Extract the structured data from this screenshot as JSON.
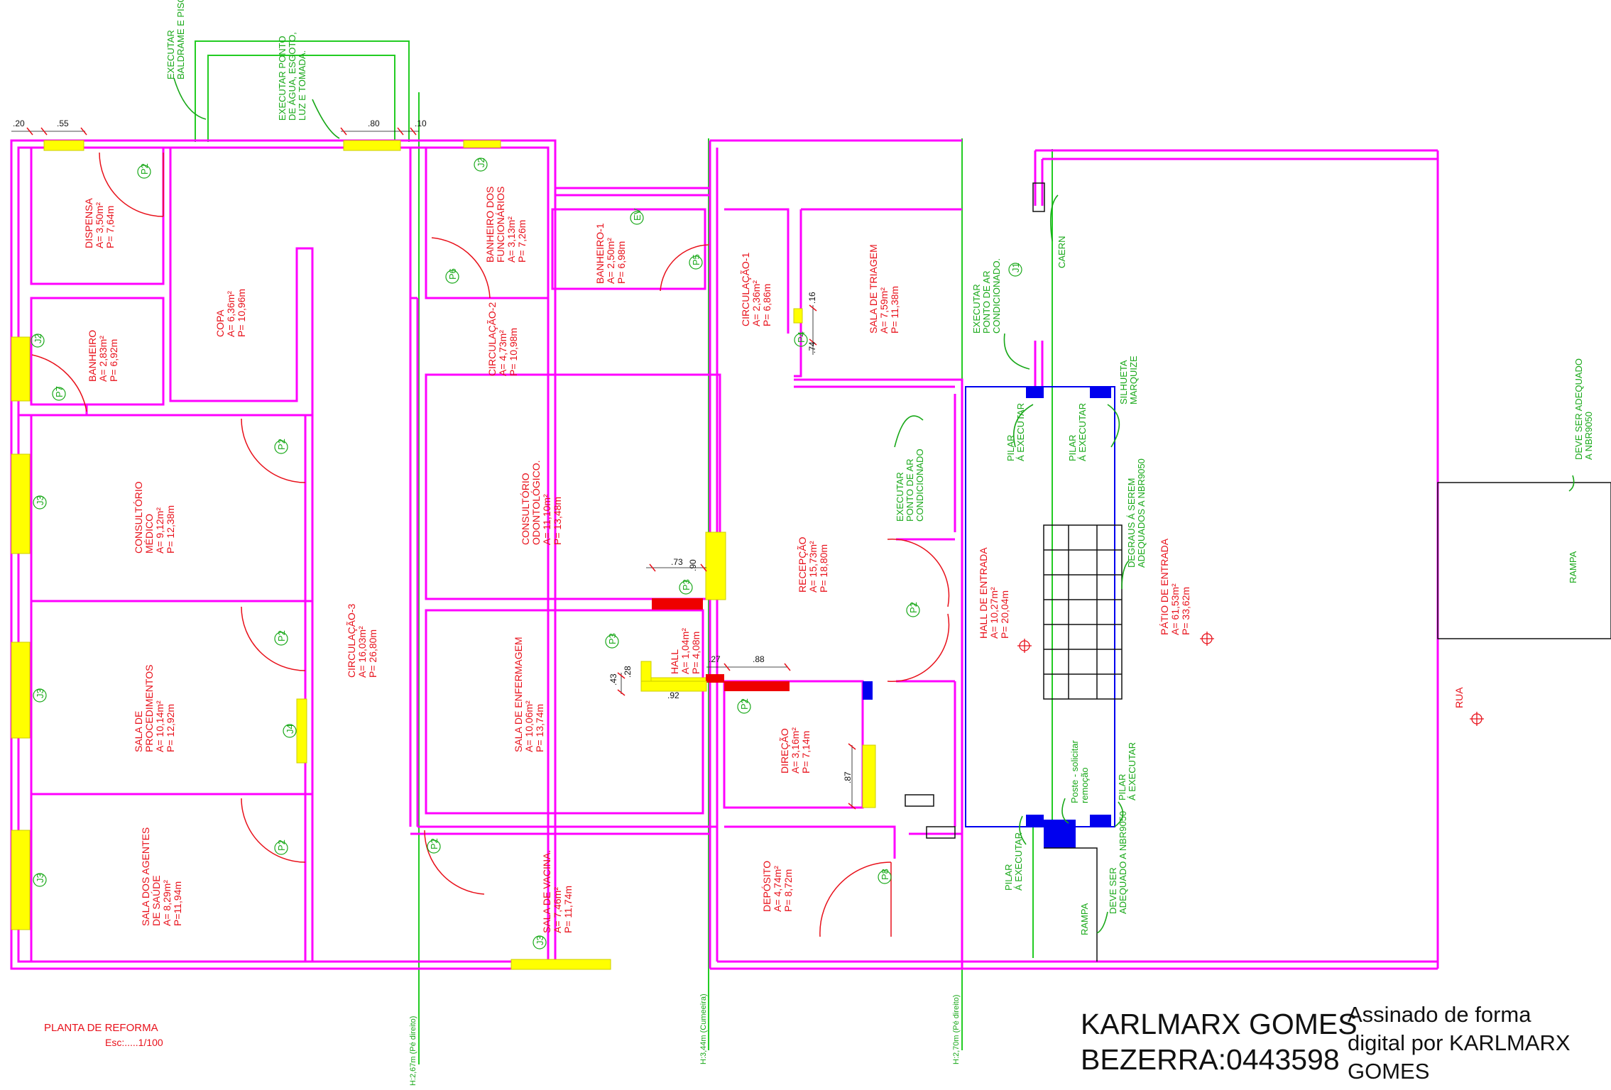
{
  "rooms": {
    "dispensa": [
      "DISPENSA",
      "A= 3,50m²",
      "P= 7,64m"
    ],
    "copa": [
      "COPA",
      "A= 6,36m²",
      "P= 10,96m"
    ],
    "banheiro": [
      "BANHEIRO",
      "A= 2,83m²",
      "P= 6,92m"
    ],
    "consultorio_medico": [
      "CONSULTÓRIO",
      "MÉDICO",
      "A= 9,12m²",
      "P= 12,38m"
    ],
    "sala_procedimentos": [
      "SALA DE",
      "PROCEDIMENTOS",
      "A= 10,14m²",
      "P= 12,92m"
    ],
    "sala_agentes": [
      "SALA DOS AGENTES",
      "DE SAÚDE",
      "A= 8,29m²",
      "P=11,94m"
    ],
    "circulacao_3": [
      "CIRCULAÇÃO-3",
      "A= 16,03m²",
      "P= 26,80m"
    ],
    "banheiro_funcionarios": [
      "BANHEIRO DOS",
      "FUNCIONÁRIOS",
      "A= 3,13m²",
      "P= 7,26m"
    ],
    "circulacao_2": [
      "CIRCULAÇÃO-2",
      "A= 4,73m²",
      "P= 10,98m"
    ],
    "banheiro_1": [
      "BANHEIRO-1",
      "A= 2,50m²",
      "P= 6,98m"
    ],
    "circulacao_1": [
      "CIRCULAÇÃO-1",
      "A= 2,36m²",
      "P= 6,86m"
    ],
    "sala_triagem": [
      "SALA DE TRIAGEM",
      "A= 7,59m²",
      "P= 11,38m"
    ],
    "consultorio_odonto": [
      "CONSULTÓRIO",
      "ODONTOLÓGICO.",
      "A= 11,10m²",
      "P= 13,48m"
    ],
    "sala_enfermagem": [
      "SALA DE ENFERMAGEM",
      "A= 10,06m²",
      "P= 13,74m"
    ],
    "hall": [
      "HALL",
      "A= 1,04m²",
      "P= 4,08m"
    ],
    "recepcao": [
      "RECEPÇÃO",
      "A= 15,73m²",
      "P= 18,80m"
    ],
    "direcao": [
      "DIREÇÃO",
      "A= 3,16m²",
      "P= 7,14m"
    ],
    "sala_vacina": [
      "SALA DE VACINA.",
      "A= 7,46m²",
      "P= 11,74m"
    ],
    "deposito": [
      "DEPÓSITO",
      "A= 4,74m²",
      "P= 8,72m"
    ],
    "hall_entrada": [
      "HALL DE ENTRADA",
      "A= 10,27m²",
      "P= 20,04m"
    ],
    "patio_entrada": [
      "PÁTIO DE ENTRADA",
      "A= 61,53m²",
      "P= 33,62m"
    ],
    "rua": [
      "RUA"
    ]
  },
  "notes": {
    "baldrame": [
      "EXECUTAR",
      "BALDRAME E PISO"
    ],
    "ponto_agua": [
      "EXECUTAR PONTO",
      "DE ÁGUA, ESGOTO,",
      "LUZ E TOMADA."
    ],
    "ar_1": [
      "EXECUTAR",
      "PONTO DE AR",
      "CONDICIONADO."
    ],
    "ar_2": [
      "EXECUTAR",
      "PONTO DE AR",
      "CONDICIONADO"
    ],
    "caern": [
      "CAERN"
    ],
    "pilar": [
      "PILAR",
      "Á EXECUTAR"
    ],
    "silhueta": [
      "SILHUETA",
      "MARQUIZE"
    ],
    "degraus": [
      "DEGRAUS Á SEREM",
      "ADEQUADOS A NBR9050"
    ],
    "nbr_top": [
      "DEVE SER ADEQUADO",
      "A NBR9050"
    ],
    "nbr_bottom": [
      "DEVE SER",
      "ADEQUADO A NBR9050"
    ],
    "rampa": [
      "RAMPA"
    ],
    "poste": [
      "Poste - solicitar",
      "remoção"
    ]
  },
  "doors": {
    "p2": "P2",
    "p3": "P3",
    "p4": "P4",
    "p5": "P5",
    "p6": "P6",
    "p7": "P7",
    "p8": "P8",
    "j1": "J1",
    "j2": "J2",
    "j3": "J3",
    "j4": "J4",
    "ev": "EV"
  },
  "dims": {
    "d20": ".20",
    "d55": ".55",
    "d80": ".80",
    "d10": ".10",
    "d16": ".16",
    "d74": ".74",
    "d73": ".73",
    "d90": ".90",
    "d27": ".27",
    "d88": ".88",
    "d43": ".43",
    "d28": ".28",
    "d92": ".92",
    "d87": ".87"
  },
  "levels": {
    "h267": "H:2,67m (Pé direito)",
    "h344": "H:3,44m (Cumeeira)",
    "h270": "H:2,70m (Pé direito)"
  },
  "title": {
    "main": "PLANTA DE REFORMA",
    "scale": "Esc:.....1/100"
  },
  "signature": {
    "name": [
      "KARLMARX GOMES",
      "BEZERRA:0443598"
    ],
    "note": [
      "Assinado de forma",
      "digital por KARLMARX",
      "GOMES"
    ]
  },
  "colors": {
    "walls": "#ff00ff",
    "grid": "#22cc22",
    "labels": "#e8101a",
    "window": "#ffff00",
    "demolish": "#ee0000",
    "pillar": "#0000ee"
  }
}
